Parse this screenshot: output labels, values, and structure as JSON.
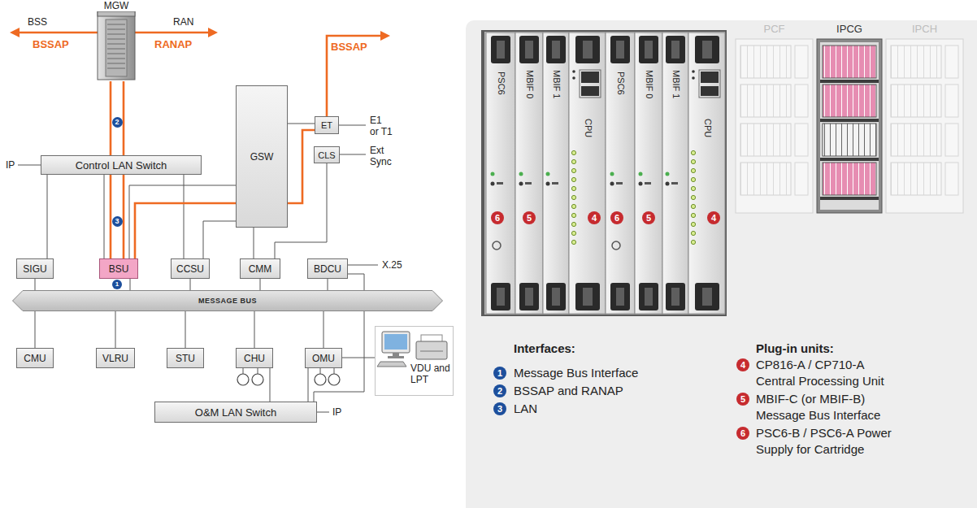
{
  "diagram": {
    "nodes": [
      {
        "text": [
          "MGW"
        ]
      },
      {
        "text": [
          "Control LAN Switch"
        ]
      },
      {
        "text": [
          "GSW"
        ]
      },
      {
        "text": [
          "ET"
        ]
      },
      {
        "text": [
          "CLS"
        ]
      },
      {
        "text": [
          "SIGU"
        ]
      },
      {
        "text": [
          "BSU"
        ]
      },
      {
        "text": [
          "CCSU"
        ]
      },
      {
        "text": [
          "CMM"
        ]
      },
      {
        "text": [
          "BDCU"
        ]
      },
      {
        "text": [
          "MESSAGE BUS"
        ]
      },
      {
        "text": [
          "CMU"
        ]
      },
      {
        "text": [
          "VLRU"
        ]
      },
      {
        "text": [
          "STU"
        ]
      },
      {
        "text": [
          "CHU"
        ]
      },
      {
        "text": [
          "OMU"
        ]
      },
      {
        "text": [
          "VDU and LPT"
        ]
      },
      {
        "text": [
          "O&M LAN Switch"
        ]
      },
      {
        "text": [
          "PSC6"
        ]
      },
      {
        "text": [
          "MBIF 0"
        ]
      },
      {
        "text": [
          "MBIF 1"
        ]
      },
      {
        "text": [
          "CPU"
        ]
      },
      {
        "text": [
          "PSC6"
        ]
      },
      {
        "text": [
          "MBIF 0"
        ]
      },
      {
        "text": [
          "MBIF 1"
        ]
      },
      {
        "text": [
          "CPU"
        ]
      },
      {
        "text": [
          "PCF"
        ]
      },
      {
        "text": [
          "IPCG"
        ]
      },
      {
        "text": [
          "IPCH"
        ]
      }
    ],
    "edges": [
      {
        "from": 0,
        "to": 6,
        "arrow": "none"
      },
      {
        "from": 1,
        "to": 5,
        "arrow": "none"
      },
      {
        "from": 1,
        "to": 6,
        "arrow": "none"
      },
      {
        "from": 1,
        "to": 7,
        "arrow": "none"
      },
      {
        "from": 6,
        "to": 2,
        "arrow": "none"
      },
      {
        "from": 6,
        "to": 3,
        "arrow": "none"
      },
      {
        "from": 7,
        "to": 2,
        "arrow": "none"
      },
      {
        "from": 8,
        "to": 2,
        "arrow": "none"
      },
      {
        "from": 4,
        "to": 8,
        "arrow": "none"
      },
      {
        "from": 2,
        "to": 3,
        "arrow": "none"
      },
      {
        "from": 10,
        "to": 5,
        "arrow": "none"
      },
      {
        "from": 10,
        "to": 6,
        "arrow": "none"
      },
      {
        "from": 10,
        "to": 7,
        "arrow": "none"
      },
      {
        "from": 10,
        "to": 8,
        "arrow": "none"
      },
      {
        "from": 10,
        "to": 9,
        "arrow": "none"
      },
      {
        "from": 10,
        "to": 11,
        "arrow": "none"
      },
      {
        "from": 10,
        "to": 12,
        "arrow": "none"
      },
      {
        "from": 10,
        "to": 13,
        "arrow": "none"
      },
      {
        "from": 10,
        "to": 14,
        "arrow": "none"
      },
      {
        "from": 10,
        "to": 15,
        "arrow": "none"
      },
      {
        "from": 17,
        "to": 14,
        "arrow": "none"
      },
      {
        "from": 17,
        "to": 15,
        "arrow": "none"
      },
      {
        "from": 17,
        "to": 9,
        "arrow": "none"
      },
      {
        "from": 15,
        "to": 16,
        "arrow": "none"
      }
    ],
    "labels": [
      "BSS",
      "RAN",
      "BSSAP",
      "RANAP",
      "BSSAP",
      "2",
      "3",
      "IP",
      "E1 or T1",
      "Ext Sync",
      "X.25",
      "1",
      "IP",
      "6",
      "5",
      "4",
      "6",
      "5",
      "4",
      "Interfaces:",
      "1",
      "Message Bus Interface",
      "2",
      "BSSAP and RANAP",
      "3",
      "LAN",
      "Plug-in units:",
      "4",
      "CP816-A / CP710-A Central Processing Unit",
      "5",
      "MBIF-C (or MBIF-B) Message Bus Interface",
      "6",
      "PSC6-B / PSC6-A Power Supply for Cartridge"
    ]
  }
}
